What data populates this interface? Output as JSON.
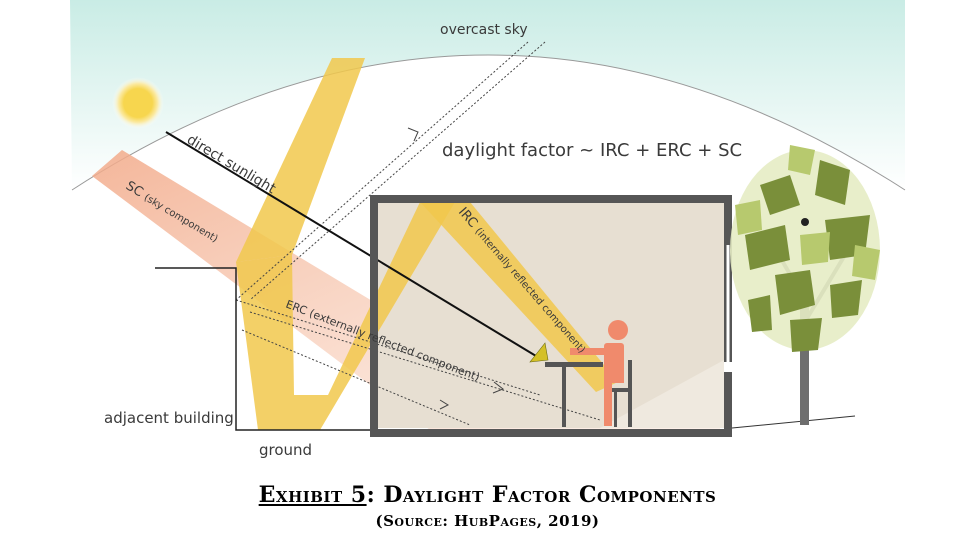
{
  "labels": {
    "sky": "overcast sky",
    "formula": "daylight factor ~ IRC + ERC + SC",
    "direct": "direct sunlight",
    "sc": "SC",
    "sc_detail": "(sky component)",
    "irc": "IRC",
    "irc_detail": "(internally reflected component)",
    "erc": "ERC (externally reflected component)",
    "adjacent": "adjacent building",
    "ground": "ground"
  },
  "caption": {
    "exhibit": "Exhibit 5",
    "title": ":  Daylight Factor Components",
    "source": "(Source:  HubPages, 2019)"
  },
  "colors": {
    "sky": "#dff3ee",
    "sun": "#f6d24a",
    "beam": "#f1c84c",
    "sc_beam": "#f3b497",
    "room_fill": "#e6ddd0",
    "wall": "#555555",
    "person": "#f08a6c",
    "tree_dark": "#7a8f3a",
    "tree_light": "#c7d68a"
  }
}
